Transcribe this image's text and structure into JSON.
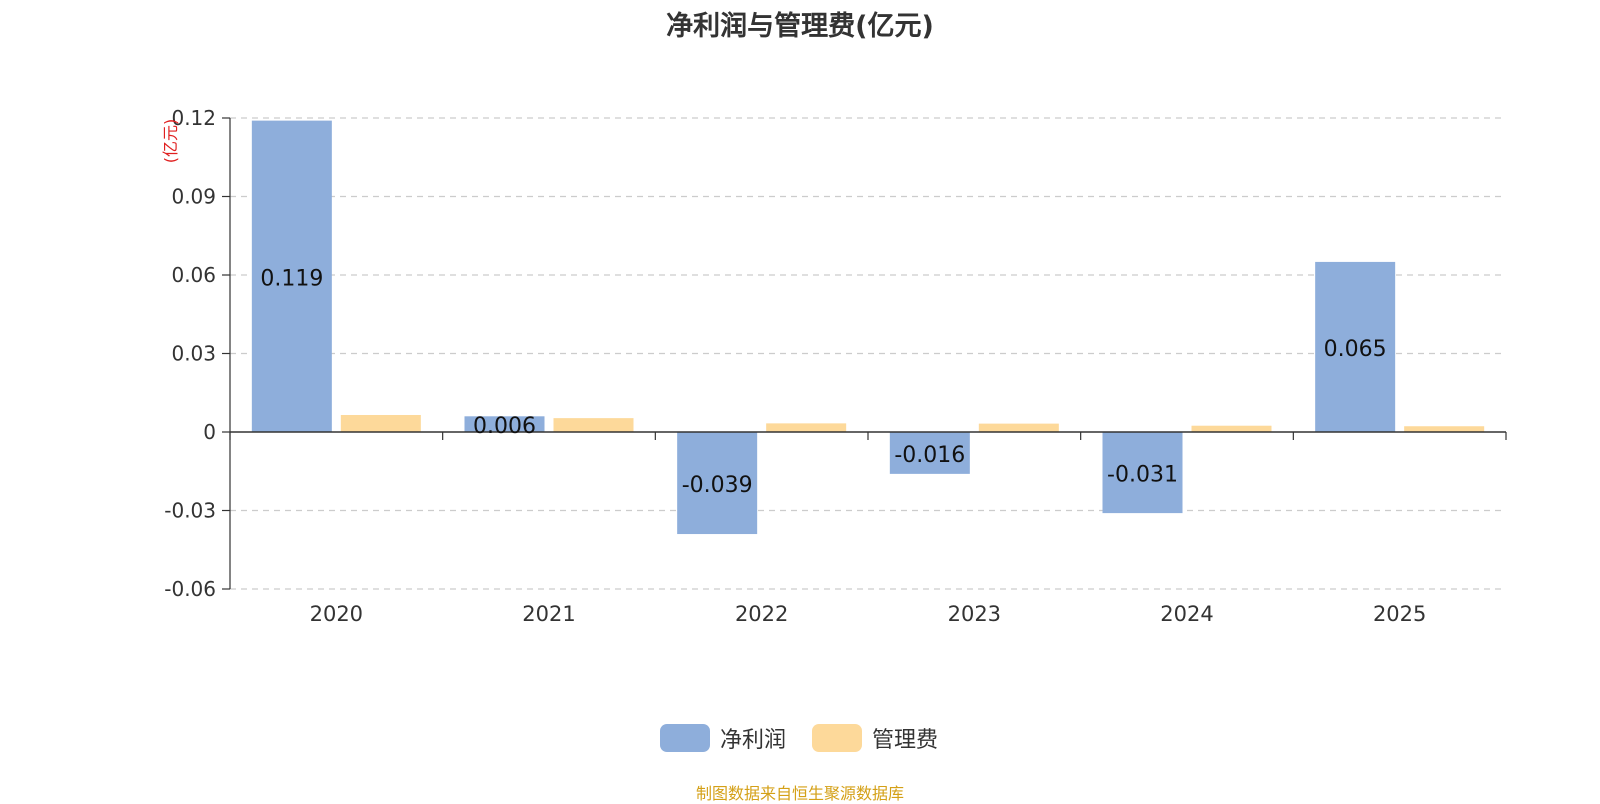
{
  "chart_data": {
    "type": "bar",
    "title": "净利润与管理费(亿元)",
    "ylabel": "(亿元)",
    "xlabel": "",
    "categories": [
      "2020",
      "2021",
      "2022",
      "2023",
      "2024",
      "2025"
    ],
    "series": [
      {
        "name": "净利润",
        "values": [
          0.119,
          0.006,
          -0.039,
          -0.016,
          -0.031,
          0.065
        ],
        "color": "#8eaedb",
        "data_labels": [
          "0.119",
          "0.006",
          "-0.039",
          "-0.016",
          "-0.031",
          "0.065"
        ]
      },
      {
        "name": "管理费",
        "values": [
          0.0065,
          0.0053,
          0.0033,
          0.0032,
          0.0024,
          0.0022
        ],
        "color": "#fdd99a"
      }
    ],
    "ylim": [
      -0.06,
      0.12
    ],
    "yticks": [
      "0.12",
      "0.09",
      "0.06",
      "0.03",
      "0",
      "-0.03",
      "-0.06"
    ],
    "ytick_values": [
      0.12,
      0.09,
      0.06,
      0.03,
      0,
      -0.03,
      -0.06
    ],
    "grid": true,
    "legend_position": "bottom-center",
    "ylabel_color": "#e02020"
  },
  "source_note": "制图数据来自恒生聚源数据库"
}
